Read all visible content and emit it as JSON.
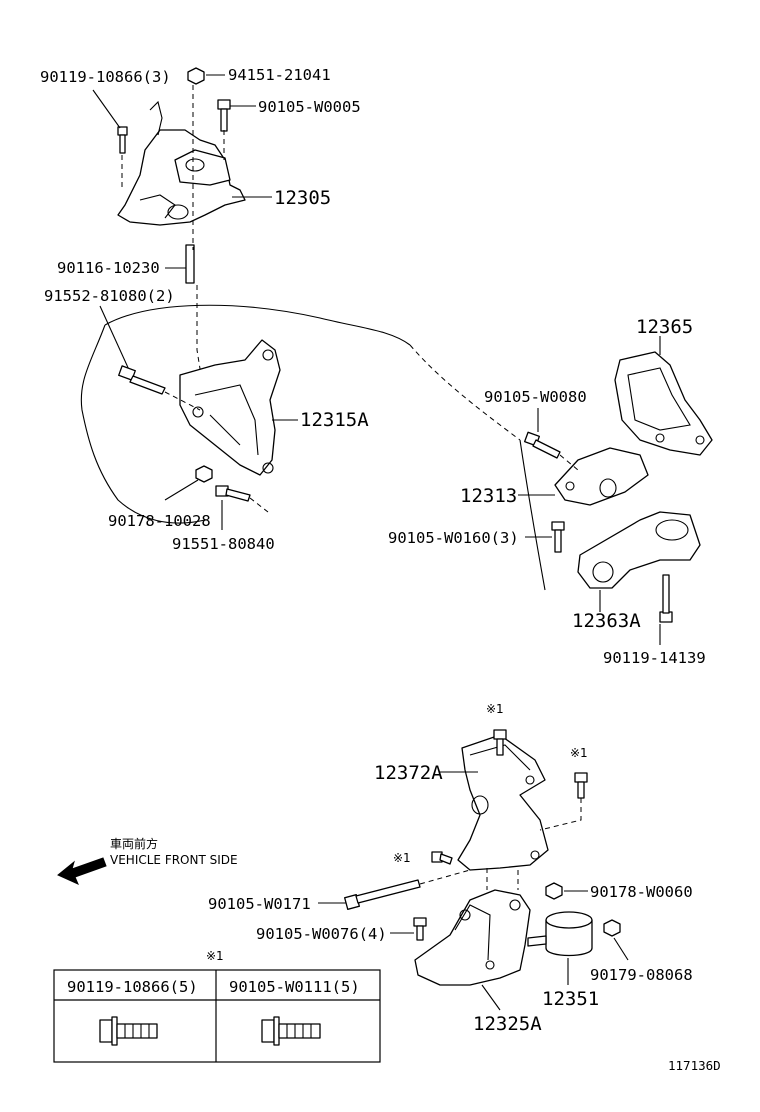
{
  "labels": {
    "p90119_10866_3": "90119-10866(3)",
    "p94151_21041": "94151-21041",
    "p90105_w0005": "90105-W0005",
    "p12305": "12305",
    "p90116_10230": "90116-10230",
    "p91552_81080_2": "91552-81080(2)",
    "p12315a": "12315A",
    "p90178_10028": "90178-10028",
    "p91551_80840": "91551-80840",
    "p12365": "12365",
    "p90105_w0080": "90105-W0080",
    "p12313": "12313",
    "p90105_w0160_3": "90105-W0160(3)",
    "p12363a": "12363A",
    "p90119_14139": "90119-14139",
    "mark1_a": "※1",
    "mark1_b": "※1",
    "mark1_c": "※1",
    "p12372a": "12372A",
    "p90178_w0060": "90178-W0060",
    "p90105_w0171": "90105-W0171",
    "p90105_w0076_4": "90105-W0076(4)",
    "p90179_08068": "90179-08068",
    "p12351": "12351",
    "p12325a": "12325A"
  },
  "front_indicator": {
    "label_jp": "車両前方",
    "label_en": "VEHICLE FRONT SIDE"
  },
  "legend_table": {
    "mark": "※1",
    "columns": [
      "90119-10866(5)",
      "90105-W0111(5)"
    ]
  },
  "illustration_id": "117136D"
}
